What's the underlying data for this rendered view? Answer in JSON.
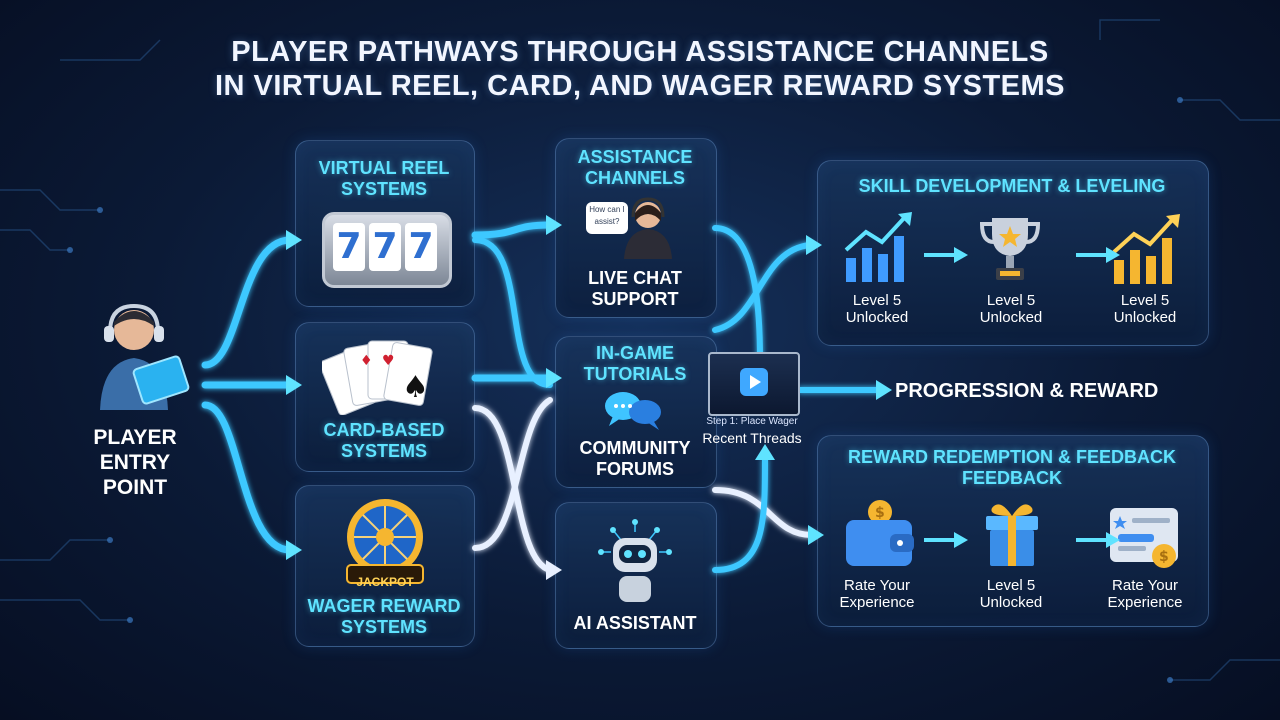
{
  "title": {
    "line1": "PLAYER PATHWAYS THROUGH ASSISTANCE CHANNELS",
    "line2": "IN VIRTUAL REEL, CARD, AND WAGER REWARD SYSTEMS"
  },
  "player": {
    "line1": "PLAYER",
    "line2": "ENTRY",
    "line3": "POINT"
  },
  "systems": {
    "virtual_reel": {
      "line1": "VIRTUAL REEL",
      "line2": "SYSTEMS",
      "reel_symbols": [
        "7",
        "7",
        "7"
      ]
    },
    "card_based": {
      "line1": "CARD-BASED",
      "line2": "SYSTEMS"
    },
    "wager_reward": {
      "line1": "WAGER REWARD",
      "line2": "SYSTEMS",
      "badge": "JACKPOT"
    }
  },
  "assistance": {
    "header_line1": "ASSISTANCE",
    "header_line2": "CHANNELS",
    "bubble_line1": "How can I",
    "bubble_line2": "assist?",
    "live_chat_line1": "LIVE CHAT",
    "live_chat_line2": "SUPPORT",
    "tutorials_line1": "IN-GAME",
    "tutorials_line2": "TUTORIALS",
    "forums_line1": "COMMUNITY",
    "forums_line2": "FORUMS",
    "ai_assistant": "AI ASSISTANT"
  },
  "video": {
    "step": "Step 1: Place Wager",
    "threads": "Recent Threads"
  },
  "skill": {
    "header": "SKILL DEVELOPMENT & LEVELING",
    "items": [
      {
        "line1": "Level 5",
        "line2": "Unlocked"
      },
      {
        "line1": "Level 5",
        "line2": "Unlocked"
      },
      {
        "line1": "Level 5",
        "line2": "Unlocked"
      }
    ]
  },
  "progression": "PROGRESSION & REWARD",
  "reward": {
    "header_line1": "REWARD REDEMPTION & FEEDBACK",
    "header_line2": "FEEDBACK",
    "items": [
      {
        "line1": "Rate Your",
        "line2": "Experience"
      },
      {
        "line1": "Level 5",
        "line2": "Unlocked"
      },
      {
        "line1": "Rate Your",
        "line2": "Experience"
      }
    ]
  },
  "colors": {
    "accent_cyan": "#5fe3ff",
    "flow_blue": "#3ec8ff",
    "flow_white": "#e8f0ff",
    "gold": "#f5b630"
  }
}
